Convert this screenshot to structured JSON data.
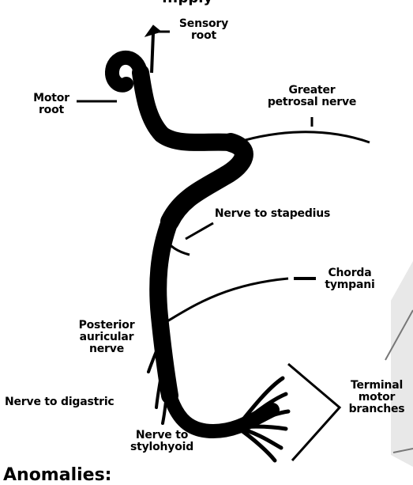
{
  "header_fragment": "...pply",
  "footer_fragment": "Anomalies:",
  "labels": {
    "sensory_root": "Sensory\nroot",
    "motor_root": "Motor\nroot",
    "greater_petrosal_nerve": "Greater\npetrosal nerve",
    "nerve_to_stapedius": "Nerve to stapedius",
    "chorda_tympani": "Chorda\ntympani",
    "posterior_auricular_nerve": "Posterior\nauricular\nnerve",
    "terminal_motor_branches": "Terminal\nmotor\nbranches",
    "nerve_to_digastric": "Nerve to digastric",
    "nerve_to_stylohyoid": "Nerve to\nstylohyoid"
  },
  "colors": {
    "ink": "#000000",
    "background": "#ffffff",
    "edge_shade": "#9a9a9a"
  }
}
